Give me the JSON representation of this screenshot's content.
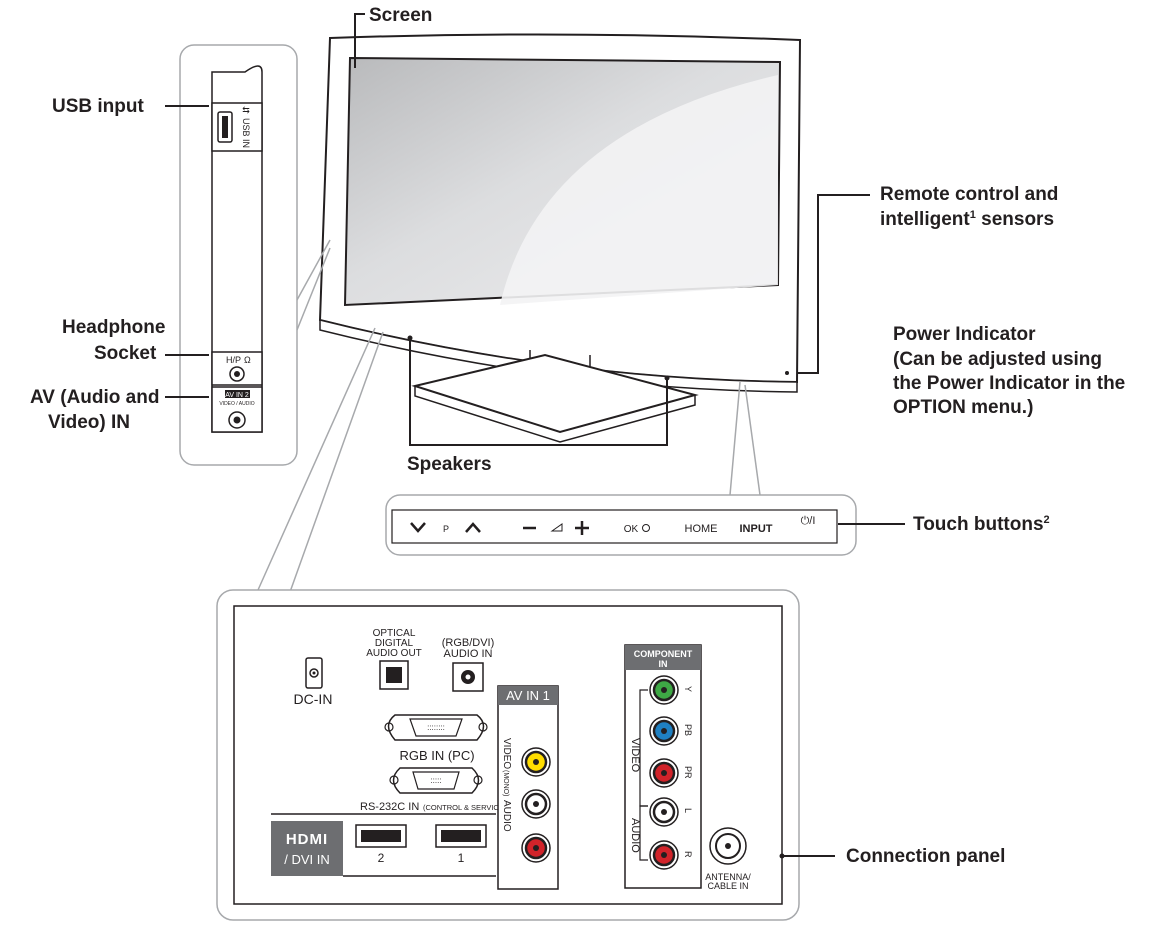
{
  "callouts": {
    "screen": "Screen",
    "usb_input": "USB input",
    "headphone_1": "Headphone",
    "headphone_2": "Socket",
    "av_in_1": "AV (Audio and",
    "av_in_2": "Video) IN",
    "remote_1": "Remote control and",
    "remote_2": "intelligent",
    "remote_sup": "1",
    "remote_3": " sensors",
    "power_1": "Power Indicator",
    "power_2": "(Can be adjusted using",
    "power_3": "the Power Indicator in the",
    "power_4": "OPTION menu.)",
    "speakers": "Speakers",
    "touch": "Touch buttons",
    "touch_sup": "2",
    "connection_panel": "Connection panel"
  },
  "side_panel": {
    "usb_label": "USB IN",
    "hp_label": "H/P",
    "av_label_1": "AV IN 2",
    "av_label_2": "VIDEO / AUDIO"
  },
  "touch_buttons": {
    "p": "P",
    "ok": "OK",
    "home": "HOME",
    "input": "INPUT",
    "power": "⏻/I"
  },
  "connection": {
    "dc_in": "DC-IN",
    "optical_1": "OPTICAL",
    "optical_2": "DIGITAL",
    "optical_3": "AUDIO OUT",
    "rgbdvi_1": "(RGB/DVI)",
    "rgbdvi_2": "AUDIO IN",
    "rgb_in": "RGB IN (PC)",
    "rs232": "RS-232C IN",
    "rs232_sub": "(CONTROL & SERVICE)",
    "hdmi_logo": "HDMI",
    "dvi_in": "/ DVI IN",
    "hdmi_2": "2",
    "hdmi_1": "1",
    "av_in_1": "AV IN 1",
    "video": "VIDEO",
    "audio": "AUDIO",
    "mono": "(MONO)",
    "l": "L",
    "r": "R",
    "component_1": "COMPONENT",
    "component_2": "IN",
    "comp_video": "VIDEO",
    "comp_audio": "AUDIO",
    "y": "Y",
    "pb": "PB",
    "pr": "PR",
    "antenna_1": "ANTENNA/",
    "antenna_2": "CABLE IN"
  },
  "colors": {
    "green": "#3ea845",
    "blue": "#1f80c2",
    "red": "#d1232a",
    "yellow": "#ffdd00",
    "line": "#231f20",
    "frame": "#a7a9ac"
  }
}
